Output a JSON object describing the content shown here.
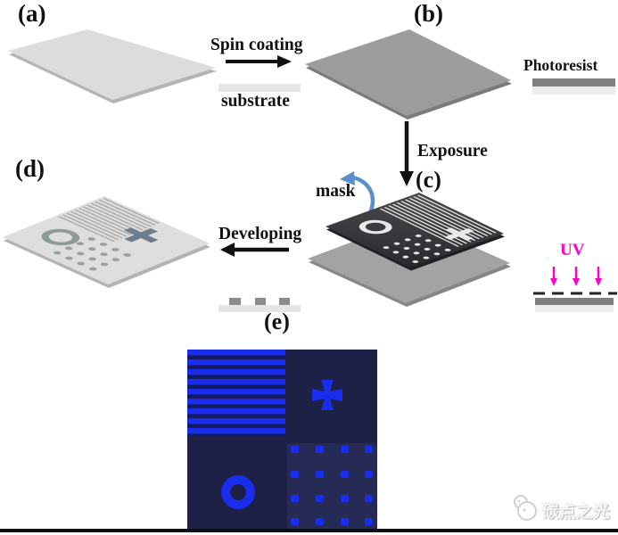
{
  "figure": {
    "panel_labels": {
      "a": "(a)",
      "b": "(b)",
      "c": "(c)",
      "d": "(d)",
      "e": "(e)"
    },
    "process_steps": {
      "spin_coating": "Spin coating",
      "exposure": "Exposure",
      "developing": "Developing"
    },
    "annotations": {
      "substrate": "substrate",
      "photoresist": "Photoresist",
      "mask": "mask",
      "uv": "UV"
    },
    "watermark": {
      "text": "碳点之光"
    },
    "colors": {
      "uv_magenta": "#ff00cc",
      "mask_arrow_blue": "#5b8fc9",
      "arrow_black": "#111111",
      "substrate_plate": "#dcdcdc",
      "photoresist_plate": "#9c9c9c",
      "mask_plate_dark": "#3a3a3e",
      "e_background": "#1d2145",
      "e_dots_background": "#262b55",
      "e_bright_blue": "#1a2cec",
      "e_stripe_gap": "#141a5e"
    },
    "plate_patterns": {
      "mask": {
        "stripes": {
          "count": 10,
          "v0": 0.04,
          "v1": 0.44,
          "u0": 0.03,
          "u1": 0.95,
          "width": 0.016,
          "color": "#e9e9e9"
        },
        "ring": {
          "u": 0.26,
          "v": 0.7,
          "r": 0.105,
          "stroke_width": 0.05,
          "color": "#e9e9e9"
        },
        "dots": {
          "rows": 4,
          "cols": 4,
          "u0": 0.6,
          "v0": 0.55,
          "step": 0.115,
          "r": 0.024,
          "color": "#e9e9e9"
        },
        "cross": {
          "u": 0.78,
          "v": 0.28,
          "half": 0.13,
          "half_width": 0.034,
          "color": "#e9e9e9"
        }
      },
      "plate_d": {
        "stripes": {
          "count": 12,
          "v0": 0.03,
          "v1": 0.47,
          "u0": 0.02,
          "u1": 0.55,
          "width": 0.014,
          "color": "#a6a6a6"
        },
        "ring": {
          "u": 0.26,
          "v": 0.7,
          "r": 0.105,
          "stroke_width": 0.05,
          "color": "#8d9c92"
        },
        "dots": {
          "rows": 4,
          "cols": 4,
          "u0": 0.42,
          "v0": 0.56,
          "step": 0.113,
          "r": 0.026,
          "color": "#9aa0a0"
        },
        "cross": {
          "u": 0.6,
          "v": 0.26,
          "half": 0.13,
          "half_width": 0.034,
          "color": "#6e7d8e"
        }
      },
      "e_dots": {
        "rows": 4,
        "cols": 4,
        "x_centers": [
          120,
          148,
          176,
          203
        ],
        "y_centers": [
          112,
          140,
          167,
          193
        ]
      }
    }
  }
}
